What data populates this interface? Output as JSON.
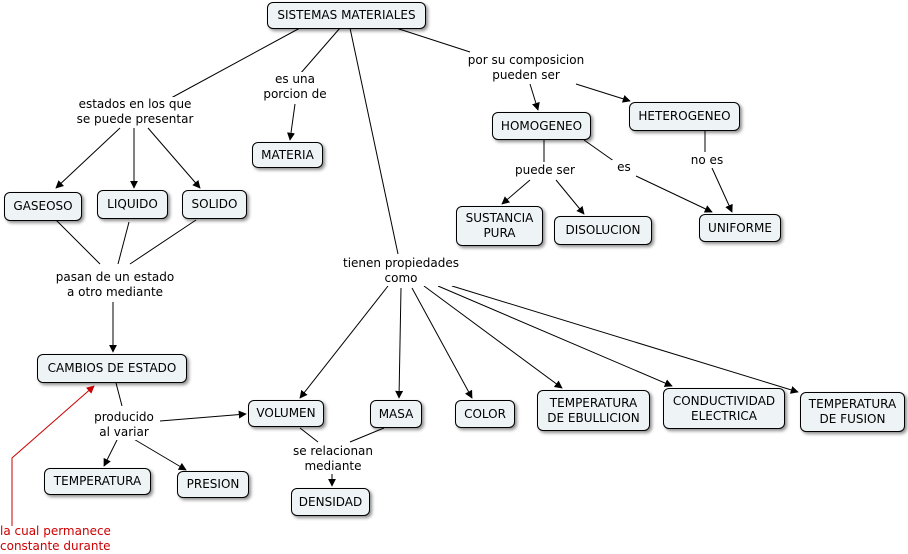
{
  "concepts": {
    "root": "SISTEMAS MATERIALES",
    "gaseoso": "GASEOSO",
    "liquido": "LIQUIDO",
    "solido": "SOLIDO",
    "materia": "MATERIA",
    "homogeneo": "HOMOGENEO",
    "heterogeneo": "HETEROGENEO",
    "sustancia_pura": "SUSTANCIA\nPURA",
    "disolucion": "DISOLUCION",
    "uniforme": "UNIFORME",
    "cambios": "CAMBIOS DE ESTADO",
    "temperatura": "TEMPERATURA",
    "presion": "PRESION",
    "volumen": "VOLUMEN",
    "masa": "MASA",
    "densidad": "DENSIDAD",
    "color": "COLOR",
    "temp_ebullicion": "TEMPERATURA\nDE EBULLICION",
    "conductividad": "CONDUCTIVIDAD\nELECTRICA",
    "temp_fusion": "TEMPERATURA\nDE FUSION"
  },
  "links": {
    "estados": "estados en los que\nse puede presentar",
    "porcion": "es una\nporcion de",
    "composicion": "por su composicion\npueden ser",
    "puede_ser": "puede ser",
    "es": "es",
    "no_es": "no es",
    "pasan": "pasan de un estado\na otro mediante",
    "propiedades": "tienen propiedades\ncomo",
    "producido": "producido\nal variar",
    "relacionan": "se relacionan\nmediante",
    "permanece": "la cual permanece\nconstante durante"
  },
  "colors": {
    "node_fill": "#eef3f6",
    "line": "#000000",
    "accent_red": "#cc0000"
  }
}
